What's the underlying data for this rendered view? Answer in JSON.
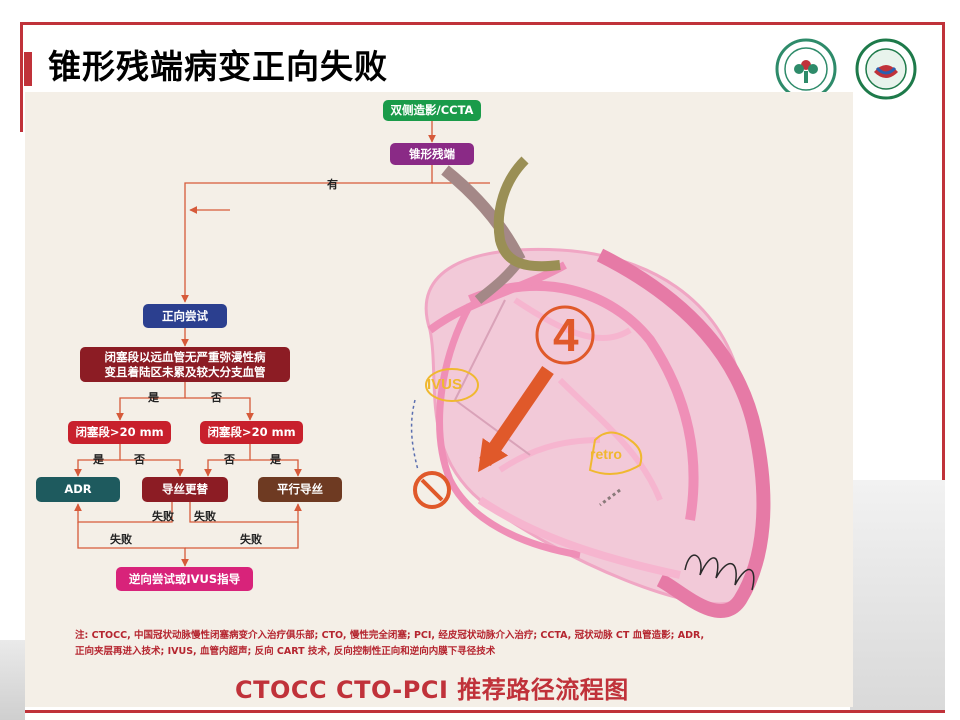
{
  "title": "锥形残端病变正向失败",
  "flow": {
    "n_ccta": "双侧造影/CCTA",
    "n_taper": "锥形残端",
    "yes_main": "有",
    "n_forward": "正向尝试",
    "n_condition_line1": "闭塞段以远血管无严重弥漫性病",
    "n_condition_line2": "变且着陆区未累及较大分支血管",
    "yes_1": "是",
    "no_1": "否",
    "n_left_length": "闭塞段>20 mm",
    "n_right_length": "闭塞段>20 mm",
    "yes_2": "是",
    "no_2": "否",
    "no_3": "否",
    "yes_3": "是",
    "n_adr": "ADR",
    "n_wire_escalation": "导丝更替",
    "n_parallel": "平行导丝",
    "fail_1": "失败",
    "fail_2": "失败",
    "fail_3": "失败",
    "fail_4": "失败",
    "n_retro": "逆向尝试或IVUS指导"
  },
  "illustration": {
    "number": "4",
    "ivus_label": "IVUS",
    "retro_label": "retro",
    "signature": "黄淞"
  },
  "note_line1": "注: CTOCC, 中国冠状动脉慢性闭塞病变介入治疗俱乐部; CTO, 慢性完全闭塞; PCI, 经皮冠状动脉介入治疗; CCTA, 冠状动脉 CT 血管造影; ADR,",
  "note_line2": "正向夹层再进入技术; IVUS, 血管内超声; 反向 CART 技术, 反向控制性正向和逆向内膜下寻径技术",
  "bottom_title": "CTOCC CTO-PCI 推荐路径流程图",
  "colors": {
    "frame": "#c0323a",
    "green": "#1a9b4a",
    "purple": "#8a2a86",
    "navy": "#2b3f8f",
    "darkred": "#8c1c24",
    "red": "#c8202c",
    "teal": "#1e5a5e",
    "brown": "#6e3a22",
    "pink": "#d8237a",
    "arrow": "#e0592a"
  }
}
